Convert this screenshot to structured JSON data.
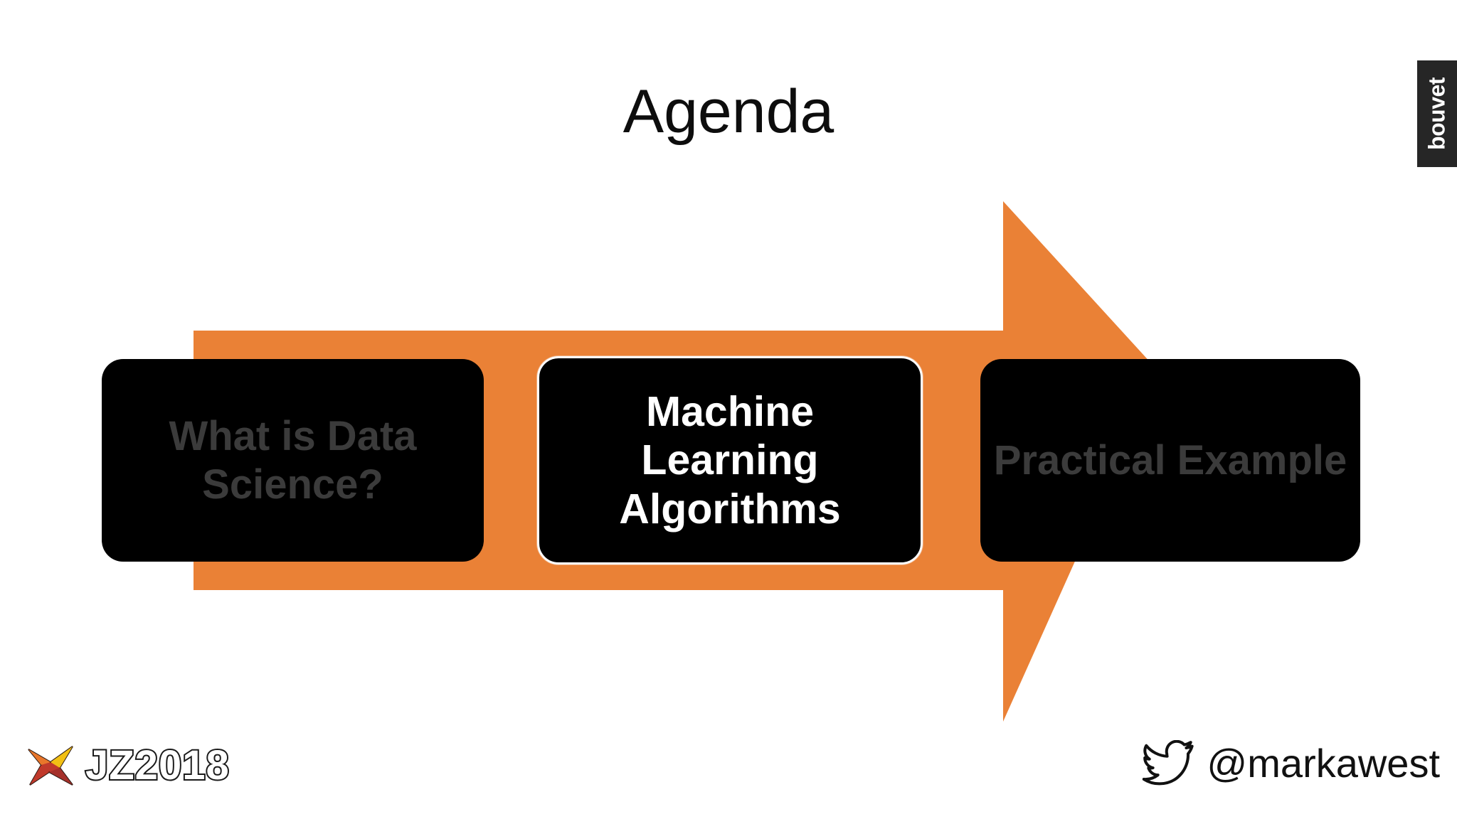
{
  "slide": {
    "title": "Agenda",
    "background_color": "#FFFFFF",
    "accent_color": "#EA8136",
    "box_color": "#000000",
    "active_text_color": "#FFFFFF",
    "inactive_text_color": "#3B3B3B"
  },
  "agenda": {
    "steps": [
      {
        "label": "What is Data Science?",
        "state": "inactive"
      },
      {
        "label": "Machine Learning Algorithms",
        "state": "active"
      },
      {
        "label": "Practical Example",
        "state": "inactive"
      }
    ]
  },
  "branding": {
    "bouvet": {
      "text": "bouvet",
      "background_color": "#262626",
      "text_color": "#FFFFFF"
    },
    "conference": {
      "wordmark": "JZ2018",
      "mark_colors": [
        "#C0392B",
        "#E8762B",
        "#F2C014"
      ]
    },
    "social": {
      "icon": "twitter-bird-icon",
      "handle": "@markawest"
    }
  }
}
